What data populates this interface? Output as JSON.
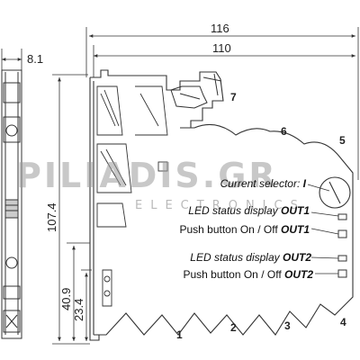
{
  "dimensions": {
    "width_total": "116",
    "width_inner": "110",
    "side_width": "8.1",
    "height_total": "107.4",
    "height_mid": "40.9",
    "height_low": "23.4"
  },
  "callouts": {
    "n1": "1",
    "n2": "2",
    "n3": "3",
    "n4": "4",
    "n5": "5",
    "n6": "6",
    "n7": "7"
  },
  "labels": {
    "current_selector_text": "Current selector: ",
    "current_selector_symbol": "I",
    "led1_text": "LED status display ",
    "led1_out": "OUT1",
    "push1_text": "Push button On / Off ",
    "push1_out": "OUT1",
    "led2_text": "LED status display ",
    "led2_out": "OUT2",
    "push2_text": "Push button On / Off ",
    "push2_out": "OUT2"
  },
  "watermark": {
    "main": "PILIADIS.GR",
    "sub": "ELECTRONICS"
  },
  "colors": {
    "line": "#333333",
    "watermark": "#9a9a9a"
  }
}
